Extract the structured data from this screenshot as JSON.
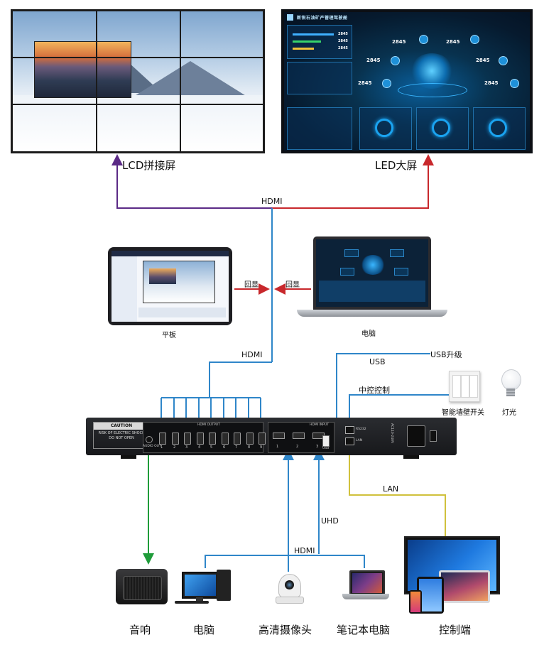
{
  "labels": {
    "lcd_wall": "LCD拼接屏",
    "led_screen": "LED大屏",
    "hdmi_top": "HDMI",
    "hdmi_mid": "HDMI",
    "hdmi_bottom": "HDMI",
    "uhd": "UHD",
    "echo_left": "回显",
    "echo_right": "回显",
    "tablet": "平板",
    "laptop": "电脑",
    "usb": "USB",
    "usb_upgrade": "USB升级",
    "central_control": "中控控制",
    "smart_switch": "智能墙壁开关",
    "light": "灯光",
    "lan": "LAN",
    "speaker": "音响",
    "computer": "电脑",
    "hd_camera": "高清摄像头",
    "notebook": "笔记本电脑",
    "control_end": "控制端"
  },
  "led_dashboard": {
    "title": "新锐石油矿产管理驾驶舱",
    "kpi_values": [
      "2845",
      "2845",
      "2845",
      "2845",
      "2845",
      "2845"
    ],
    "bar_values": [
      "2845",
      "2845",
      "2845"
    ]
  },
  "device": {
    "caution_title": "CAUTION",
    "caution_text": "RISK OF ELECTRIC SHOCK\nDO NOT OPEN",
    "hdmi_output_label": "HDMI OUTPUT",
    "hdmi_input_label": "HDMI INPUT",
    "audio_out_label": "AUDIO OUT",
    "rs232_label": "RS232",
    "lan_label": "LAN",
    "usb_label": "USB",
    "power_label": "AC110-240V",
    "output_ports": [
      "1",
      "2",
      "3",
      "4",
      "5",
      "6",
      "7",
      "8",
      "9"
    ],
    "input_ports": [
      "1",
      "2",
      "3"
    ]
  },
  "colors": {
    "lcd_link": "#5b2a86",
    "led_link": "#c8282c",
    "echo": "#c8282c",
    "hdmi": "#2f86c9",
    "audio": "#1f9c3a",
    "lan": "#d0c13c"
  }
}
